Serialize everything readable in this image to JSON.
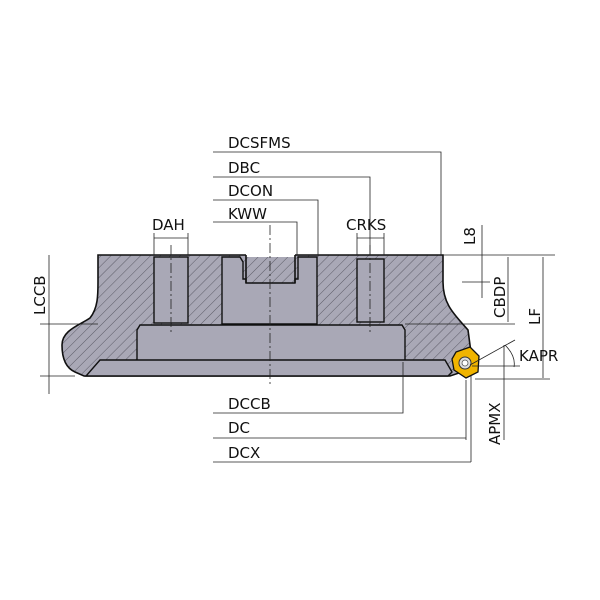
{
  "diagram": {
    "title": "Face milling cutter dimensions",
    "labels": {
      "dcsfms": "DCSFMS",
      "dbc": "DBC",
      "dcon": "DCON",
      "kww": "KWW",
      "dah": "DAH",
      "crks": "CRKS",
      "l8": "L8",
      "cbdp": "CBDP",
      "lf": "LF",
      "lccb": "LCCB",
      "kapr": "KAPR",
      "apmx": "APMX",
      "dccb": "DCCB",
      "dc": "DC",
      "dcx": "DCX"
    },
    "colors": {
      "body": "#a9a8b6",
      "insert": "#f0b400",
      "outline": "#111111"
    }
  }
}
